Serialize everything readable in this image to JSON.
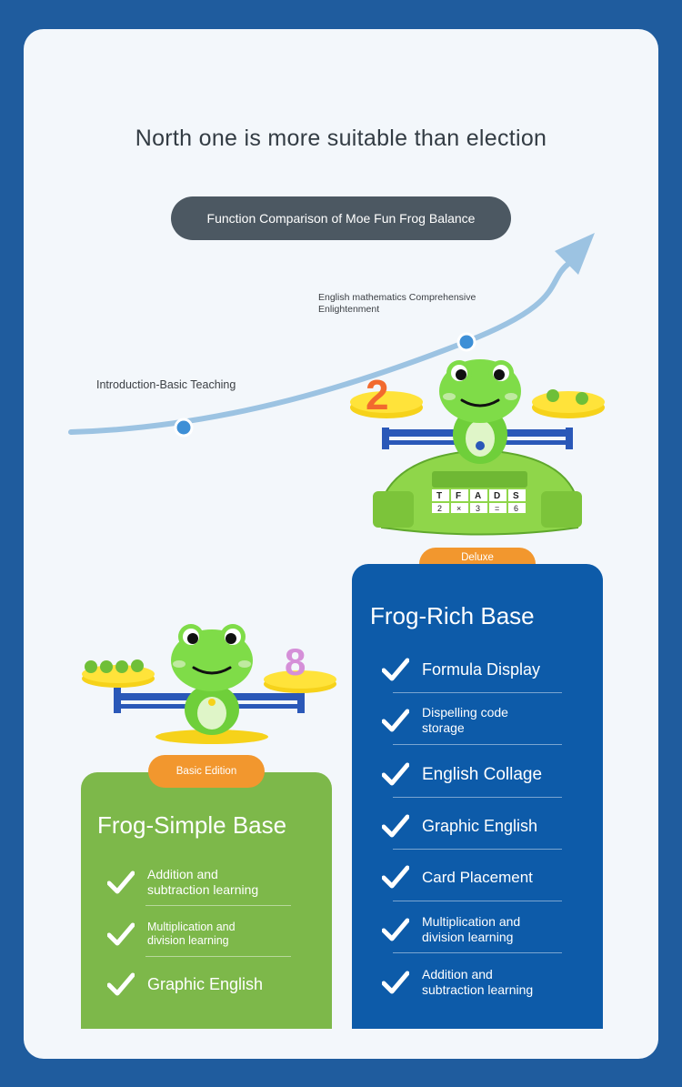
{
  "headline": "North one is more suitable than election",
  "comparison_title": "Function Comparison of Moe Fun Frog Balance",
  "curve": {
    "basic_label": "Introduction-Basic Teaching",
    "advanced_label_line1": "English mathematics Comprehensive",
    "advanced_label_line2": "Enlightenment"
  },
  "basic_edition": {
    "badge": "Basic Edition",
    "title": "Frog-Simple Base",
    "features": [
      "Addition and subtraction learning",
      "Multiplication and division learning",
      "Graphic English"
    ],
    "scale_number": "8"
  },
  "deluxe_edition": {
    "badge": "Deluxe Edition",
    "title": "Frog-Rich Base",
    "features": [
      "Formula Display",
      "Dispelling code storage",
      "English Collage",
      "Graphic English",
      "Card Placement",
      "Multiplication and division learning",
      "Addition and subtraction learning"
    ],
    "scale_number": "2",
    "letter_tiles": [
      "T",
      "F",
      "A",
      "D",
      "S"
    ],
    "formula_tiles": [
      "2",
      "×",
      "3",
      "=",
      "6"
    ]
  },
  "colors": {
    "background": "#1f5c9e",
    "card": "#f3f7fb",
    "green_panel": "#7db84a",
    "blue_panel": "#0d5ba9",
    "badge": "#f2972e",
    "curve": "#9cc3e2"
  }
}
